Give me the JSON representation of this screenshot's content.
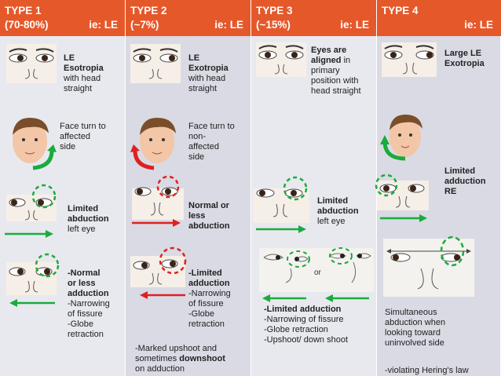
{
  "columns": [
    {
      "title": "TYPE 1",
      "subtitle": "(70-80%)",
      "ie": "ie: LE"
    },
    {
      "title": "TYPE 2",
      "subtitle": "(~7%)",
      "ie": "ie: LE"
    },
    {
      "title": "TYPE 3",
      "subtitle": "(~15%)",
      "ie": "ie: LE"
    },
    {
      "title": "TYPE 4",
      "subtitle": "",
      "ie": "ie: LE"
    }
  ],
  "type1": {
    "primary": {
      "line1": "LE",
      "line2": "Esotropia",
      "line3": "with head",
      "line4": "straight"
    },
    "face": {
      "line1": "Face turn to",
      "line2": "affected",
      "line3": "side"
    },
    "abduction": {
      "line1": "Limited",
      "line2": "abduction",
      "line3": "left eye"
    },
    "adduction": {
      "line1": "-Normal",
      "line2": "or less",
      "line3": "adduction",
      "line4": "-Narrowing",
      "line5": "of fissure",
      "line6": "-Globe",
      "line7": "retraction"
    }
  },
  "type2": {
    "primary": {
      "line1": "LE",
      "line2": "Exotropia",
      "line3": "with head",
      "line4": "straight"
    },
    "face": {
      "line1": "Face turn to",
      "line2": "non-",
      "line3": "affected",
      "line4": "side"
    },
    "abduction": {
      "line1": "Normal or",
      "line2": "less",
      "line3": "abduction"
    },
    "adduction": {
      "line1": "-Limited",
      "line2": "adduction",
      "line3": "-Narrowing",
      "line4": "of fissure",
      "line5": "-Globe",
      "line6": "retraction"
    },
    "note": {
      "line1": "-Marked upshoot and",
      "line2": "sometimes ",
      "line2_bold": "downshoot",
      "line3": "on adduction"
    }
  },
  "type3": {
    "primary": {
      "bold": "Eyes are",
      "bold2": "aligned",
      "rest2": " in",
      "line3": "primary",
      "line4": "position with",
      "line5": "head straight"
    },
    "abduction": {
      "line1": "Limited",
      "line2": "abduction",
      "line3": "left eye"
    },
    "or_label": "or",
    "adduction": {
      "line1": "-Limited adduction",
      "line2": "-Narrowing of fissure",
      "line3": "-Globe retraction",
      "line4": "-Upshoot/ down shoot"
    }
  },
  "type4": {
    "primary": {
      "line1": "Large LE",
      "line2": "Exotropia"
    },
    "limited": {
      "line1": "Limited",
      "line2": "adduction",
      "line3": "RE"
    },
    "simult": {
      "line1": "Simultaneous",
      "line2": "abduction when",
      "line3": "looking toward",
      "line4": "uninvolved side"
    },
    "hering": "-violating Hering's law"
  },
  "colors": {
    "header": "#e5582a",
    "green": "#1aab3c",
    "red": "#e02020",
    "dash_green": "#1aab3c",
    "dash_red": "#e02020"
  }
}
